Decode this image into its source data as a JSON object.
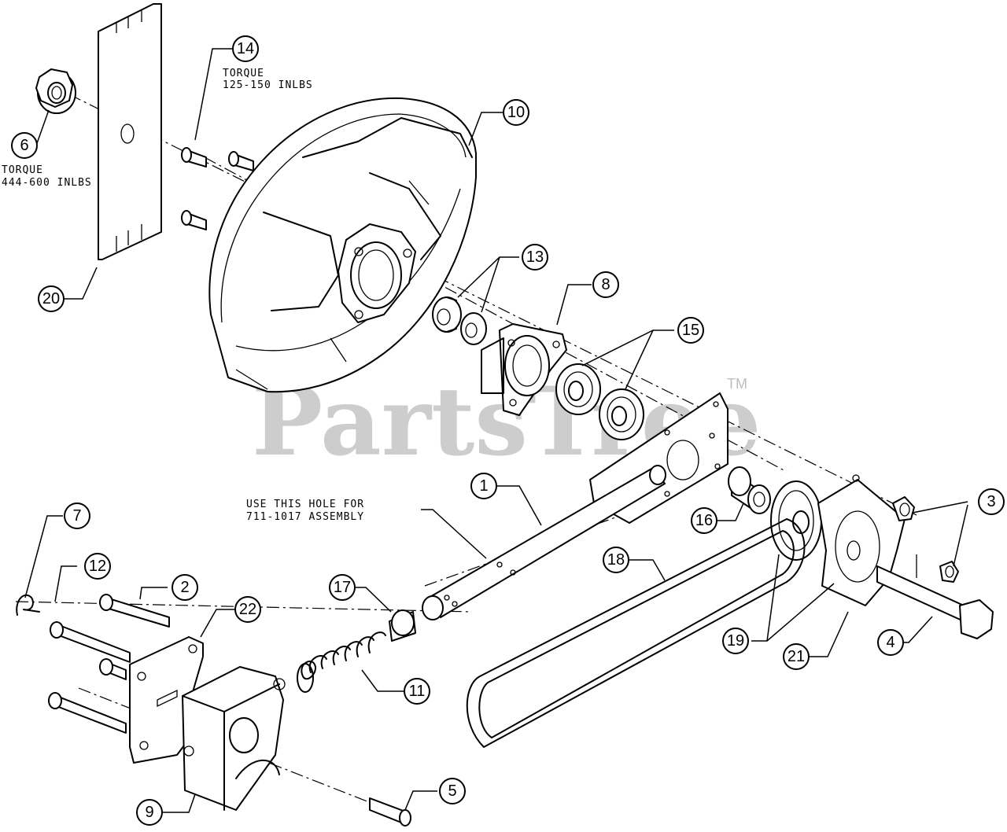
{
  "watermark": {
    "text": "PartsTree",
    "trademark": "TM"
  },
  "notes": {
    "torque_14_line1": "TORQUE",
    "torque_14_line2": "125-150 INLBS",
    "torque_6_line1": "TORQUE",
    "torque_6_line2": "444-600 INLBS",
    "hole_line1": "USE THIS HOLE FOR",
    "hole_line2": "711-1017 ASSEMBLY"
  },
  "callouts": {
    "c1": "1",
    "c2": "2",
    "c3": "3",
    "c4": "4",
    "c5": "5",
    "c6": "6",
    "c7": "7",
    "c8": "8",
    "c9": "9",
    "c10": "10",
    "c11": "11",
    "c12": "12",
    "c13": "13",
    "c14": "14",
    "c15": "15",
    "c16": "16",
    "c17": "17",
    "c18": "18",
    "c19": "19",
    "c20": "20",
    "c21": "21",
    "c22": "22"
  }
}
